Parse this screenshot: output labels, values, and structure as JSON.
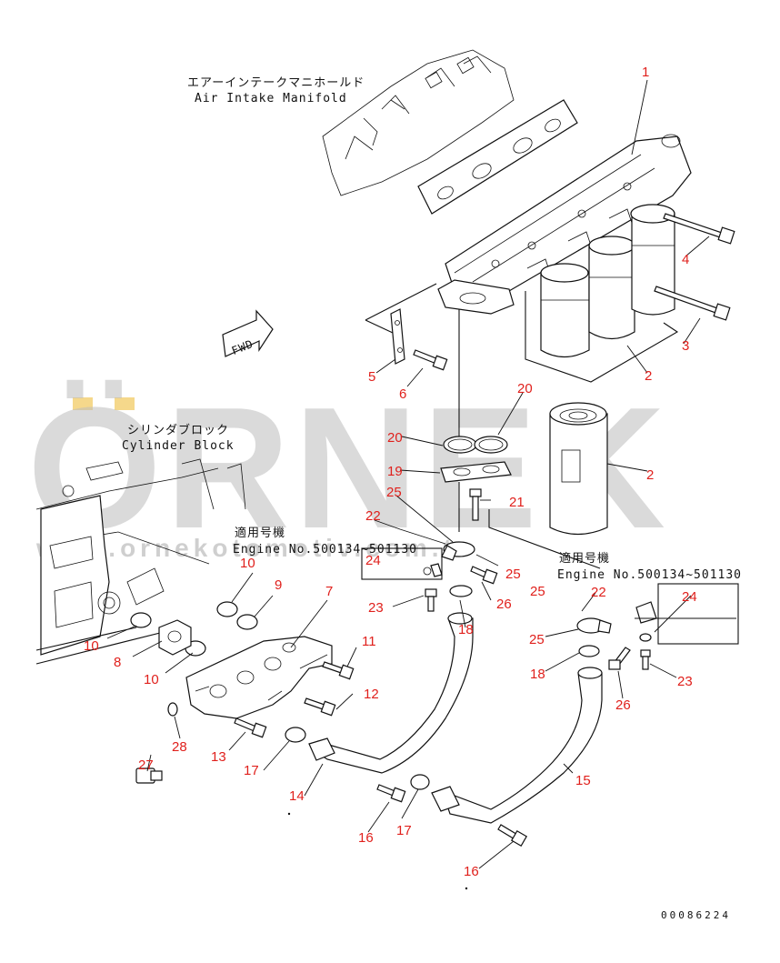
{
  "notes": {
    "manifold_jp": "エアーインテークマニホールド",
    "manifold_en": "Air Intake Manifold",
    "block_jp": "シリンダブロック",
    "block_en": "Cylinder Block",
    "applicable_jp": "適用号機",
    "applicable_en": "Engine No.500134~501130",
    "applicable_jp_2": "適用号機",
    "applicable_en_2": "Engine No.500134~501130",
    "fwd": "FWD"
  },
  "watermark": {
    "brand": "ÖRNEK",
    "url": "www.ornekotomotiv.com.tr"
  },
  "drawing_number": "00086224",
  "parts": {
    "p1": "1",
    "p2a": "2",
    "p2b": "2",
    "p3": "3",
    "p4": "4",
    "p5": "5",
    "p6": "6",
    "p7": "7",
    "p8": "8",
    "p9": "9",
    "p10a": "10",
    "p10b": "10",
    "p10c": "10",
    "p11": "11",
    "p12": "12",
    "p13": "13",
    "p14": "14",
    "p15": "15",
    "p16a": "16",
    "p16b": "16",
    "p17a": "17",
    "p17b": "17",
    "p18a": "18",
    "p18b": "18",
    "p19": "19",
    "p20a": "20",
    "p20b": "20",
    "p21": "21",
    "p22a": "22",
    "p22b": "22",
    "p23a": "23",
    "p23b": "23",
    "p24a": "24",
    "p24b": "24",
    "p25a": "25",
    "p25b": "25",
    "p25c": "25",
    "p25d": "25",
    "p26a": "26",
    "p26b": "26",
    "p27": "27",
    "p28": "28"
  },
  "colors": {
    "callout": "#e0201c",
    "watermark": "#bdbdbd",
    "watermark_accent": "#f1c75a"
  }
}
